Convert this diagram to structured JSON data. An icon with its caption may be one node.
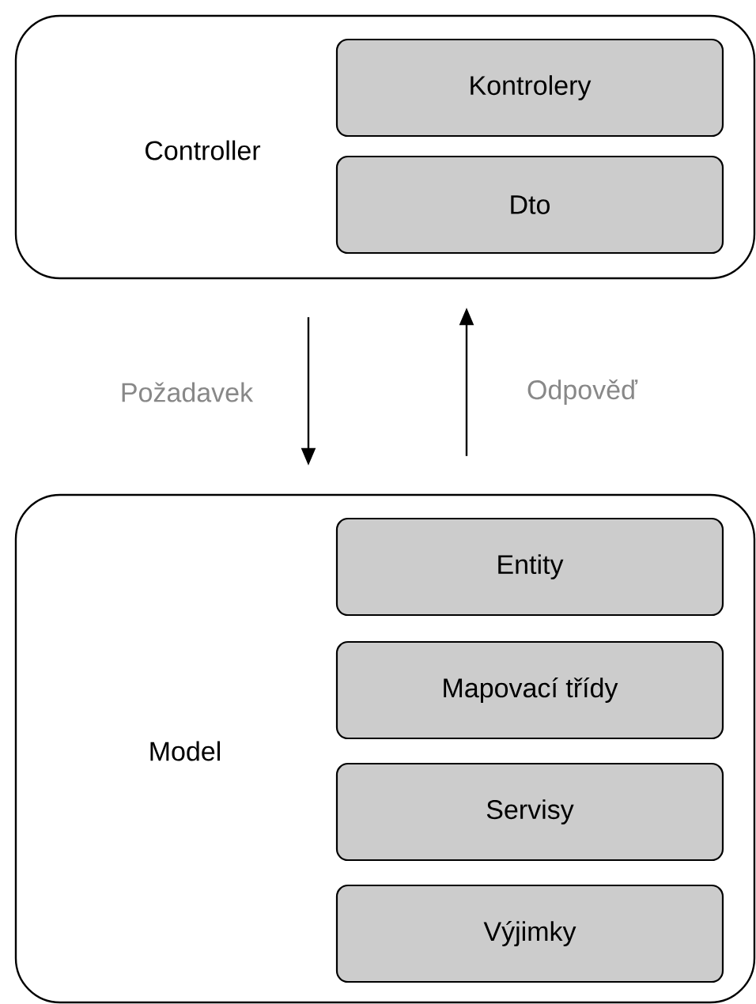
{
  "diagram": {
    "nodes": [
      {
        "text": [
          "Controller"
        ]
      },
      {
        "text": [
          "Kontrolery"
        ],
        "in": 0
      },
      {
        "text": [
          "Dto"
        ],
        "in": 0
      },
      {
        "text": [
          "Model"
        ]
      },
      {
        "text": [
          "Entity"
        ],
        "in": 3
      },
      {
        "text": [
          "Mapovací třídy"
        ],
        "in": 3
      },
      {
        "text": [
          "Servisy"
        ],
        "in": 3
      },
      {
        "text": [
          "Výjimky"
        ],
        "in": 3
      }
    ],
    "edges": [
      {
        "from": 0,
        "to": 3,
        "arrow": "to",
        "label": "Požadavek"
      },
      {
        "from": 3,
        "to": 0,
        "arrow": "to",
        "label": "Odpověď"
      }
    ]
  }
}
